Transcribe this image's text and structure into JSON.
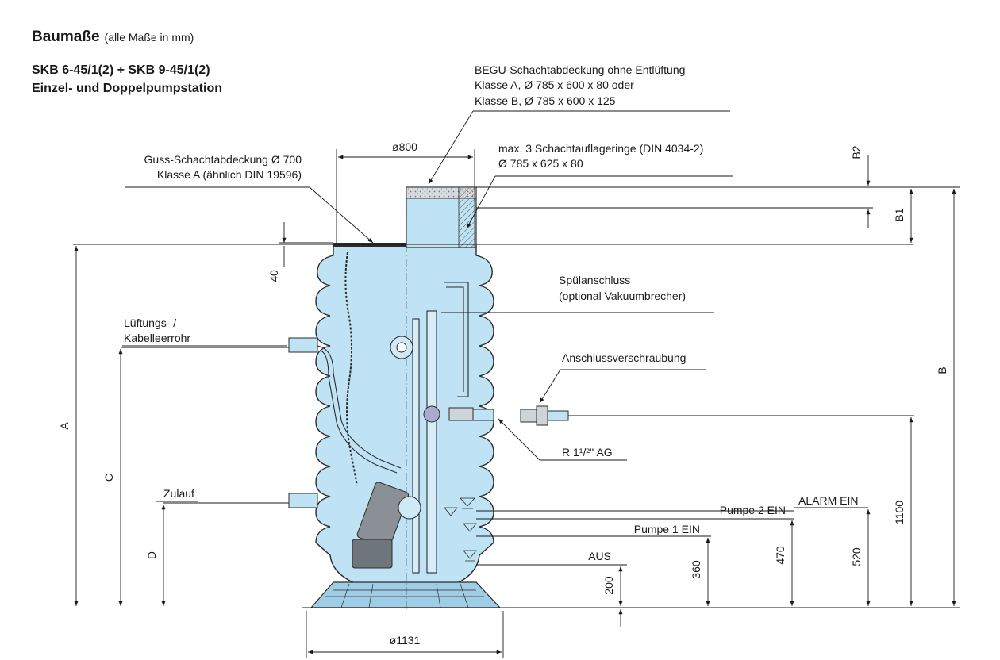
{
  "header": {
    "title": "Baumaße",
    "subtitle": "(alle Maße in mm)"
  },
  "product": {
    "line1": "SKB 6-45/1(2) + SKB 9-45/1(2)",
    "line2": "Einzel- und Doppelpumpstation"
  },
  "labels": {
    "begu_1": "BEGU-Schachtabdeckung ohne Entlüftung",
    "begu_2": "Klasse A, Ø 785 x 600 x 80 oder",
    "begu_3": "Klasse B, Ø 785 x 600 x 125",
    "guss_1": "Guss-Schachtabdeckung Ø 700",
    "guss_2": "Klasse A (ähnlich DIN 19596)",
    "ringe_1": "max. 3 Schachtauflageringe (DIN 4034-2)",
    "ringe_2": "Ø 785 x 625 x 80",
    "spuel_1": "Spülanschluss",
    "spuel_2": "(optional Vakuumbrecher)",
    "lueft_1": "Lüftungs- /",
    "lueft_2": "Kabelleerrohr",
    "anschluss": "Anschlussverschraubung",
    "r_ag": "R 1¹/²'' AG",
    "zulauf": "Zulauf",
    "pumpe2": "Pumpe 2 EIN",
    "alarm": "ALARM EIN",
    "pumpe1": "Pumpe 1 EIN",
    "aus": "AUS"
  },
  "dimensions": {
    "d800": "ø800",
    "d1131": "ø1131",
    "d40": "40",
    "d200": "200",
    "d360": "360",
    "d470": "470",
    "d520": "520",
    "d1100": "1100",
    "A": "A",
    "B": "B",
    "B1": "B1",
    "B2": "B2",
    "C": "C",
    "D": "D"
  },
  "colors": {
    "tank_fill": "#bfe3f5",
    "tank_stroke": "#2b2b2b",
    "pump": "#8a9096",
    "line": "#1a1a1a"
  }
}
